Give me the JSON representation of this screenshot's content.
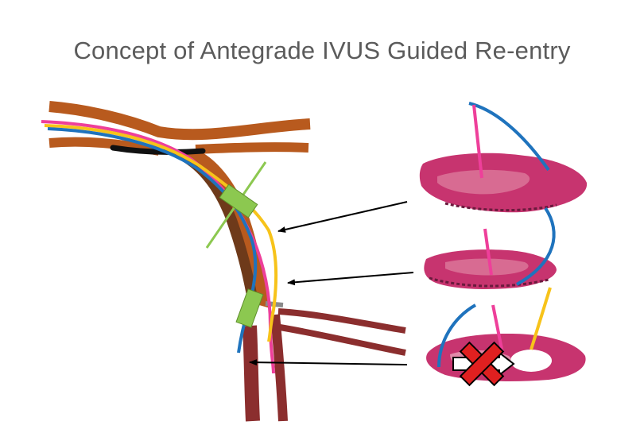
{
  "slide": {
    "title": "Concept of Antegrade IVUS Guided Re-entry"
  },
  "colors": {
    "vessel_wall_outer": "#b85a1e",
    "vessel_dissection": "#6e3a1a",
    "vessel_true_lumen_red": "#8b2e2e",
    "wire_pink": "#ee3f9a",
    "wire_yellow": "#f7c31a",
    "wire_blue": "#1f73bd",
    "ivus_transducer_green": "#8cc850",
    "histology_pink": "#c7346f",
    "blocked_cross_red": "#e02020"
  },
  "icons": [
    "vessel-illustration",
    "ivus-probe-icon",
    "histology-cross-section",
    "arrow-icon",
    "blocked-cross-icon"
  ]
}
